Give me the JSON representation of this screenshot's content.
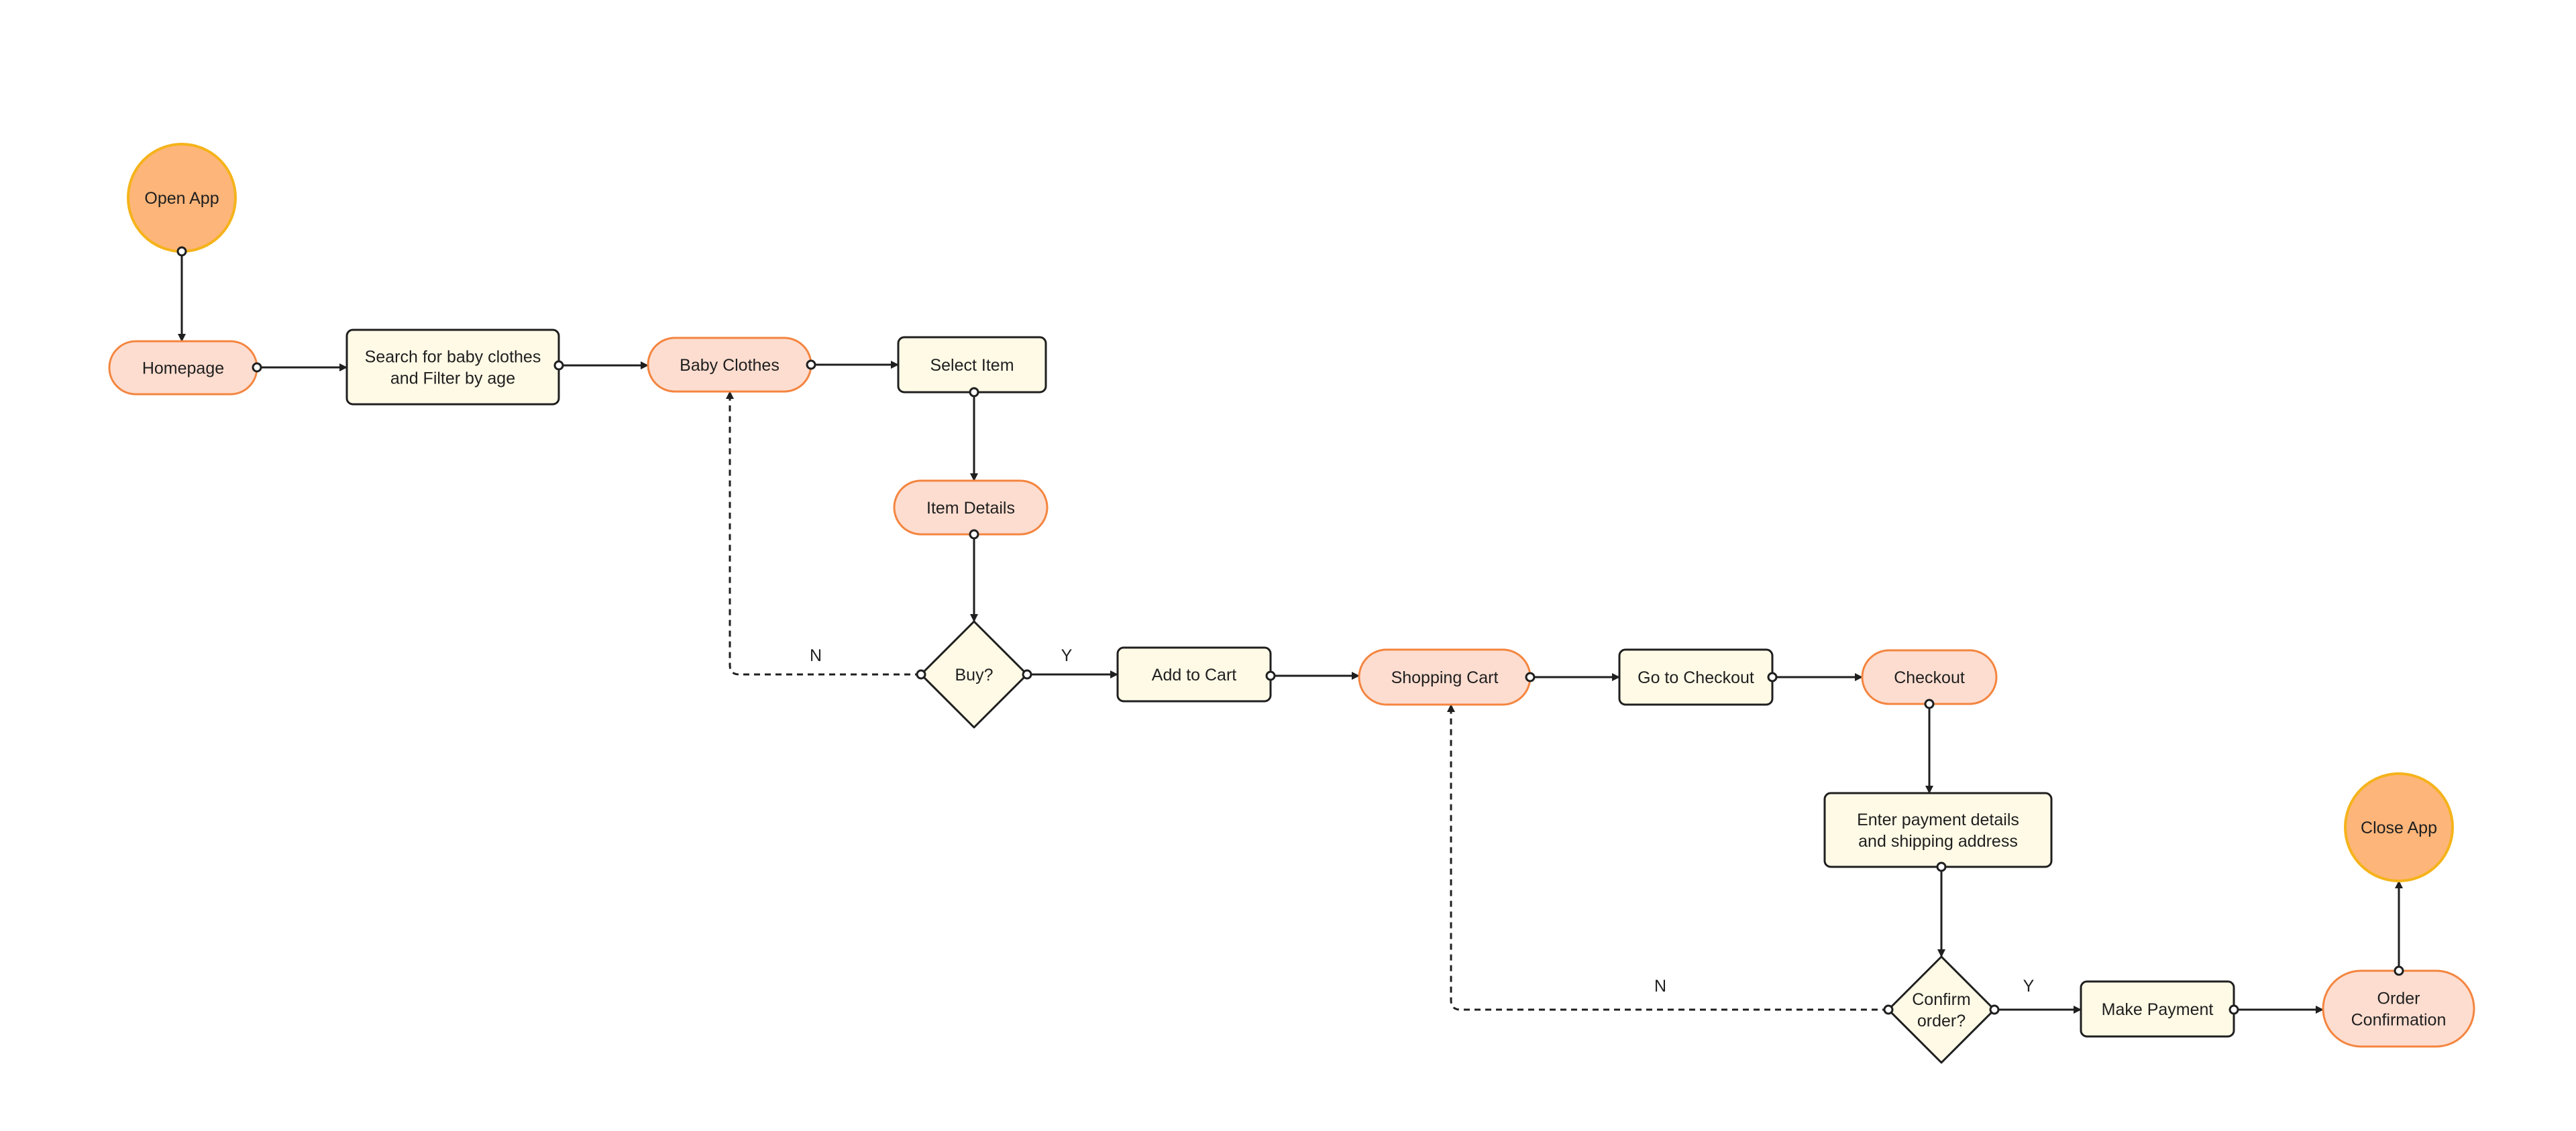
{
  "colors": {
    "terminal_fill": "#fdb57a",
    "terminal_stroke": "#f5b31b",
    "screen_fill": "#fdddd0",
    "screen_stroke": "#f4853f",
    "action_fill": "#fffae6",
    "action_stroke": "#1f1f1f",
    "edge": "#1f1f1f",
    "text": "#1f1f1f"
  },
  "nodes": {
    "open_app": {
      "type": "terminal",
      "lines": [
        "Open App"
      ]
    },
    "homepage": {
      "type": "screen",
      "lines": [
        "Homepage"
      ]
    },
    "search": {
      "type": "action",
      "lines": [
        "Search for baby clothes",
        "and Filter by age"
      ]
    },
    "baby_clothes": {
      "type": "screen",
      "lines": [
        "Baby Clothes"
      ]
    },
    "select_item": {
      "type": "action",
      "lines": [
        "Select Item"
      ]
    },
    "item_details": {
      "type": "screen",
      "lines": [
        "Item Details"
      ]
    },
    "buy": {
      "type": "decision",
      "lines": [
        "Buy?"
      ]
    },
    "add_to_cart": {
      "type": "action",
      "lines": [
        "Add to Cart"
      ]
    },
    "shopping_cart": {
      "type": "screen",
      "lines": [
        "Shopping Cart"
      ]
    },
    "go_to_checkout": {
      "type": "action",
      "lines": [
        "Go to Checkout"
      ]
    },
    "checkout": {
      "type": "screen",
      "lines": [
        "Checkout"
      ]
    },
    "enter_payment": {
      "type": "action",
      "lines": [
        "Enter payment details",
        "and shipping address"
      ]
    },
    "confirm_order": {
      "type": "decision",
      "lines": [
        "Confirm",
        "order?"
      ]
    },
    "make_payment": {
      "type": "action",
      "lines": [
        "Make Payment"
      ]
    },
    "order_confirmation": {
      "type": "screen",
      "lines": [
        "Order",
        "Confirmation"
      ]
    },
    "close_app": {
      "type": "terminal",
      "lines": [
        "Close App"
      ]
    }
  },
  "edges": [
    {
      "from": "open_app",
      "to": "homepage",
      "style": "solid",
      "label": ""
    },
    {
      "from": "homepage",
      "to": "search",
      "style": "solid",
      "label": ""
    },
    {
      "from": "search",
      "to": "baby_clothes",
      "style": "solid",
      "label": ""
    },
    {
      "from": "baby_clothes",
      "to": "select_item",
      "style": "solid",
      "label": ""
    },
    {
      "from": "select_item",
      "to": "item_details",
      "style": "solid",
      "label": ""
    },
    {
      "from": "item_details",
      "to": "buy",
      "style": "solid",
      "label": ""
    },
    {
      "from": "buy",
      "to": "add_to_cart",
      "style": "solid",
      "label": "Y"
    },
    {
      "from": "buy",
      "to": "baby_clothes",
      "style": "dashed",
      "label": "N"
    },
    {
      "from": "add_to_cart",
      "to": "shopping_cart",
      "style": "solid",
      "label": ""
    },
    {
      "from": "shopping_cart",
      "to": "go_to_checkout",
      "style": "solid",
      "label": ""
    },
    {
      "from": "go_to_checkout",
      "to": "checkout",
      "style": "solid",
      "label": ""
    },
    {
      "from": "checkout",
      "to": "enter_payment",
      "style": "solid",
      "label": ""
    },
    {
      "from": "enter_payment",
      "to": "confirm_order",
      "style": "solid",
      "label": ""
    },
    {
      "from": "confirm_order",
      "to": "make_payment",
      "style": "solid",
      "label": "Y"
    },
    {
      "from": "confirm_order",
      "to": "shopping_cart",
      "style": "dashed",
      "label": "N"
    },
    {
      "from": "make_payment",
      "to": "order_confirmation",
      "style": "solid",
      "label": ""
    },
    {
      "from": "order_confirmation",
      "to": "close_app",
      "style": "solid",
      "label": ""
    }
  ]
}
